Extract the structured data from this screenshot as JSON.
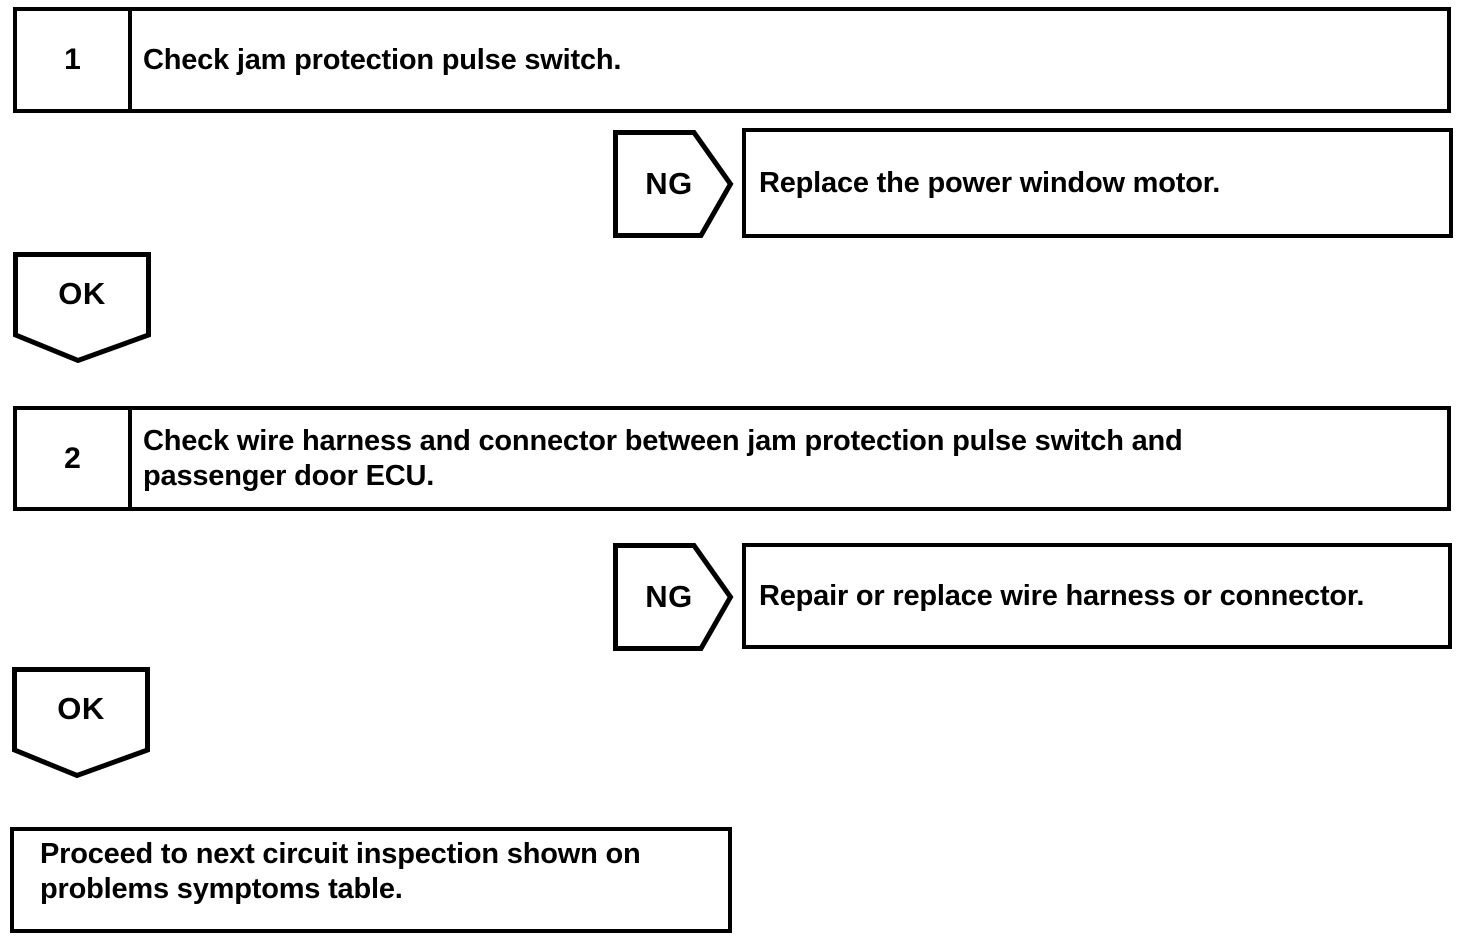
{
  "page": {
    "background": "#ffffff",
    "ink": "#000000"
  },
  "step1": {
    "number": "1",
    "line1": "Check jam protection pulse switch."
  },
  "branch1": {
    "tag": "NG",
    "result": "Replace the power window motor."
  },
  "ok1": {
    "label": "OK"
  },
  "step2": {
    "number": "2",
    "line1": "Check wire harness and connector between jam protection pulse switch and",
    "line2": "passenger door ECU."
  },
  "branch2": {
    "tag": "NG",
    "result": "Repair or replace wire harness or connector."
  },
  "ok2": {
    "label": "OK"
  },
  "terminal": {
    "line1": "Proceed to next circuit inspection shown on",
    "line2": "problems symptoms table."
  }
}
